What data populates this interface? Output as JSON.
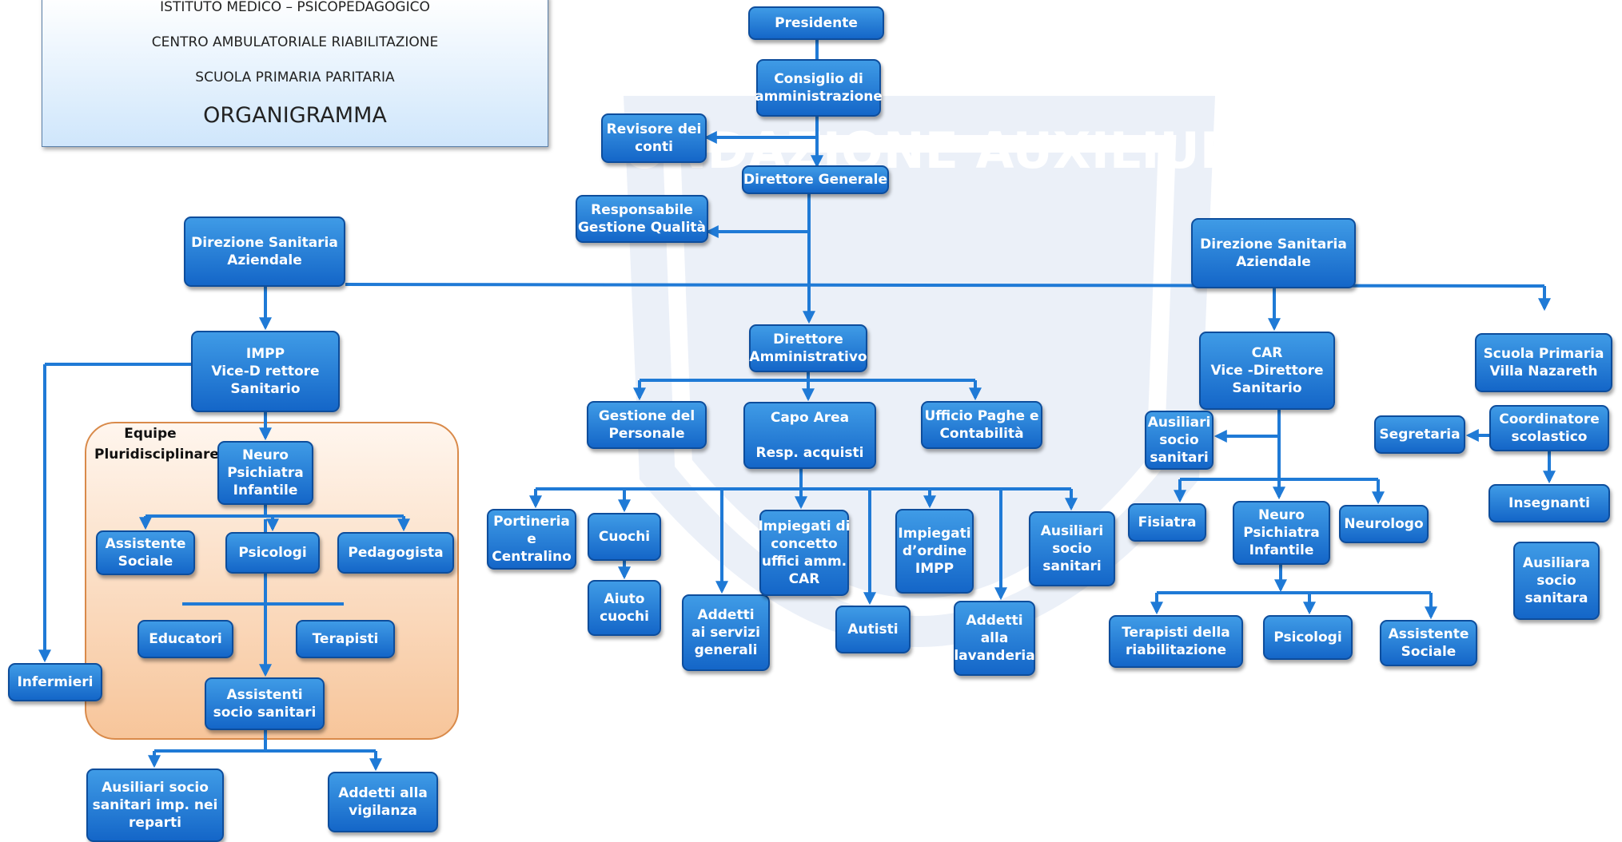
{
  "header": {
    "line1": "ISTITUTO MEDICO – PSICOPEDAGOGICO",
    "line2": "CENTRO AMBULATORIALE RIABILITAZIONE",
    "line3": "SCUOLA PRIMARIA PARITARIA",
    "title": "ORGANIGRAMMA"
  },
  "watermark": {
    "text": "FONDAZIONE AUXILIUM"
  },
  "colors": {
    "node_fill": "#1f7ad6",
    "node_border": "#0d4d9c",
    "connector": "#1f7ad6",
    "equipe_fill": "#f7c59a"
  },
  "equipe": {
    "label_lines": [
      "Equipe",
      "Pluridisciplinare"
    ]
  },
  "nodes": {
    "presidente": [
      "Presidente"
    ],
    "consiglio": [
      "Consiglio di",
      "amministrazione"
    ],
    "revisore": [
      "Revisore dei",
      "conti"
    ],
    "dg": [
      "Direttore Generale"
    ],
    "qualita": [
      "Responsabile",
      "Gestione Qualità"
    ],
    "dsa_left": [
      "Direzione  Sanitaria",
      "Aziendale"
    ],
    "dsa_right": [
      "Direzione  Sanitaria",
      "Aziendale"
    ],
    "impp": [
      "IMPP",
      "Vice-D rettore",
      "Sanitario"
    ],
    "neuro_left": [
      "Neuro",
      "Psichiatra",
      "Infantile"
    ],
    "assistente_left": [
      "Assistente",
      "Sociale"
    ],
    "psicologi_left": [
      "Psicologi"
    ],
    "pedagogista": [
      "Pedagogista"
    ],
    "educatori": [
      "Educatori"
    ],
    "terapisti_left": [
      "Terapisti"
    ],
    "assistenti_ss": [
      "Assistenti",
      "socio sanitari"
    ],
    "infermieri": [
      "Infermieri"
    ],
    "ausiliari_reparti": [
      "Ausiliari socio",
      "sanitari imp. nei",
      "reparti"
    ],
    "vigilanza": [
      "Addetti alla",
      "vigilanza"
    ],
    "dir_amm": [
      "Direttore",
      "Amministrativo"
    ],
    "gest_personale": [
      "Gestione del",
      "Personale"
    ],
    "capo_area": [
      "Capo Area",
      "",
      "Resp. acquisti"
    ],
    "ufficio_paghe": [
      "Ufficio Paghe e",
      "Contabilità"
    ],
    "portineria": [
      "Portineria",
      "e",
      "Centralino"
    ],
    "cuochi": [
      "Cuochi"
    ],
    "aiuto_cuochi": [
      "Aiuto",
      "cuochi"
    ],
    "addetti_servizi": [
      "Addetti",
      "ai servizi",
      "generali"
    ],
    "impiegati_concetto": [
      "Impiegati di",
      "concetto",
      "uffici amm.",
      "CAR"
    ],
    "autisti": [
      "Autisti"
    ],
    "impiegati_ordine": [
      "Impiegati",
      "d’ordine",
      "IMPP"
    ],
    "lavanderia": [
      "Addetti",
      "alla",
      "lavanderia"
    ],
    "ausiliari_mid": [
      "Ausiliari",
      "socio",
      "sanitari"
    ],
    "car": [
      "CAR",
      "Vice -Direttore",
      "Sanitario"
    ],
    "ausiliari_car": [
      "Ausiliari",
      "socio",
      "sanitari"
    ],
    "fisiatra": [
      "Fisiatra"
    ],
    "neuro_right": [
      "Neuro",
      "Psichiatra",
      "Infantile"
    ],
    "neurologo": [
      "Neurologo"
    ],
    "terapisti_riab": [
      "Terapisti della",
      "riabilitazione"
    ],
    "psicologi_right": [
      "Psicologi"
    ],
    "assistente_right": [
      "Assistente",
      "Sociale"
    ],
    "scuola": [
      "Scuola Primaria",
      "Villa Nazareth"
    ],
    "coordinatore": [
      "Coordinatore",
      "scolastico"
    ],
    "segretaria": [
      "Segretaria"
    ],
    "insegnanti": [
      "Insegnanti"
    ],
    "ausiliara": [
      "Ausiliara",
      "socio",
      "sanitara"
    ]
  }
}
